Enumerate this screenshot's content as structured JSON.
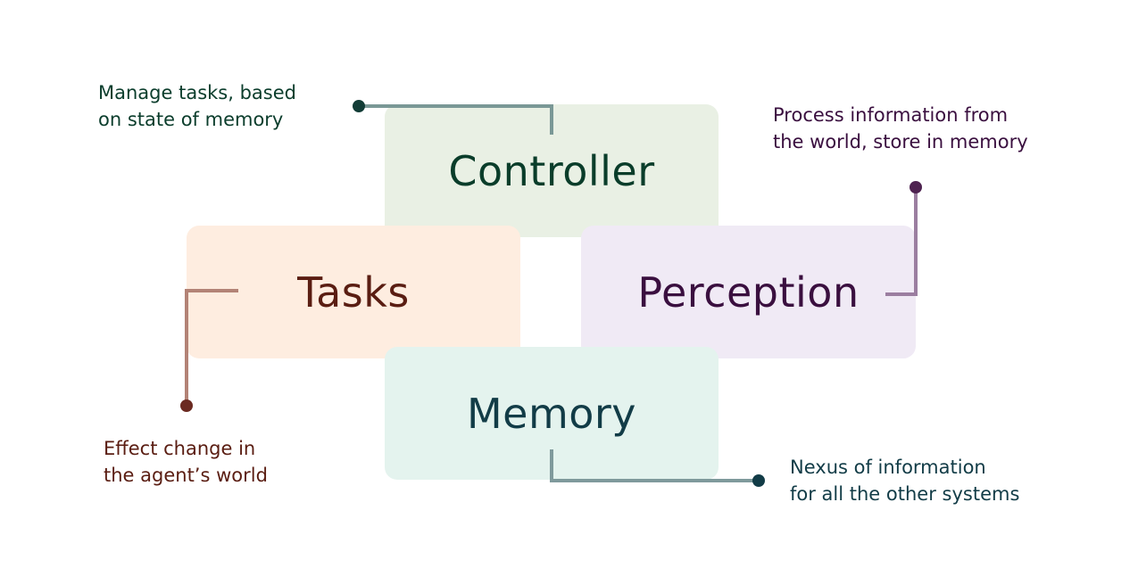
{
  "boxes": {
    "controller": "Controller",
    "tasks": "Tasks",
    "perception": "Perception",
    "memory": "Memory"
  },
  "notes": {
    "controller": [
      "Manage tasks, based",
      "on state of memory"
    ],
    "perception": [
      "Process information from",
      "the world, store in memory"
    ],
    "tasks": [
      "Effect change in",
      "the agent’s world"
    ],
    "memory": [
      "Nexus of information",
      "for all the other systems"
    ]
  },
  "colors": {
    "controller_fill": "#e9f0e4",
    "tasks_fill": "#feede0",
    "perception_fill": "#f0eaf5",
    "memory_fill": "#e4f3ee",
    "controller_text": "#0a3d2a",
    "tasks_text": "#5a1d12",
    "perception_text": "#3a0f3f",
    "memory_text": "#123c47"
  }
}
